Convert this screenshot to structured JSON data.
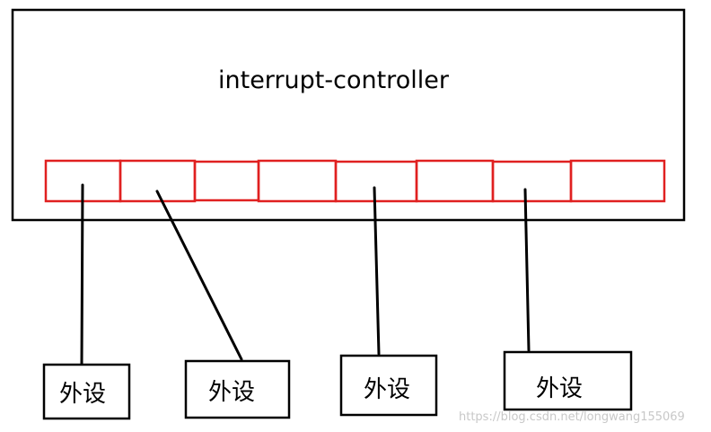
{
  "controller": {
    "label": "interrupt-controller"
  },
  "slots_count": 8,
  "peripherals": [
    {
      "label": "外设"
    },
    {
      "label": "外设"
    },
    {
      "label": "外设"
    },
    {
      "label": "外设"
    }
  ],
  "watermark": "https://blog.csdn.net/longwang155069",
  "colors": {
    "border": "#000000",
    "slots": "#e02020"
  }
}
